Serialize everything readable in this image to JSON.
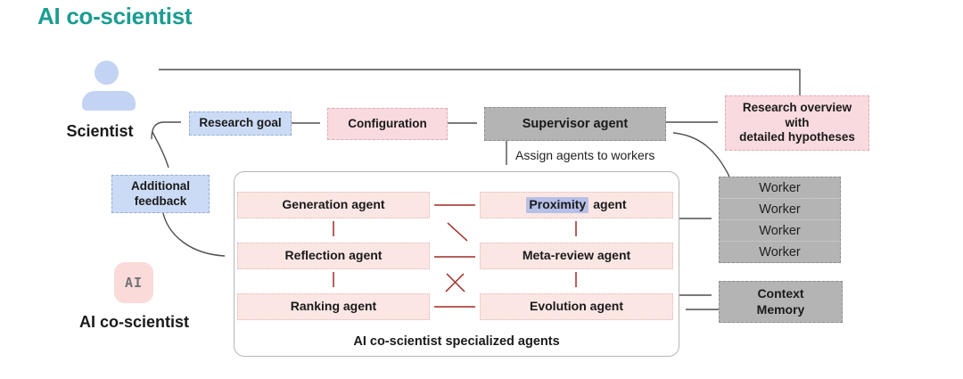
{
  "title": "AI co-scientist",
  "scientist": {
    "label": "Scientist"
  },
  "ai": {
    "icon_text": "AI",
    "label": "AI co-scientist"
  },
  "flow": {
    "research_goal": "Research goal",
    "configuration": "Configuration",
    "supervisor": "Supervisor agent",
    "assign_label": "Assign agents to workers",
    "research_overview": {
      "line1": "Research overview",
      "line2": "with",
      "line3": "detailed hypotheses"
    },
    "additional_feedback": "Additional feedback"
  },
  "agents": {
    "caption": "AI co-scientist specialized agents",
    "generation": "Generation agent",
    "proximity": {
      "highlight": "Proximity",
      "rest": "agent"
    },
    "reflection": "Reflection agent",
    "meta_review": "Meta-review agent",
    "ranking": "Ranking agent",
    "evolution": "Evolution agent"
  },
  "workers": [
    "Worker",
    "Worker",
    "Worker",
    "Worker"
  ],
  "context_memory": "Context Memory",
  "colors": {
    "accent_teal": "#1b9c92",
    "person_blue": "#c3d3f3",
    "blue_fill": "#ccdbf5",
    "blue_border": "#94abd7",
    "pink_fill": "#f9dade",
    "pink_border": "#e2aab4",
    "agent_fill": "#fbe6e4",
    "agent_border": "#debab5",
    "gray_fill": "#b4b4b4",
    "gray_border": "#8e8e8e",
    "icon_pink": "#fbdada",
    "highlight": "#b6c0e7",
    "red_arrow": "#9e2b23",
    "gray_arrow": "#4f4f4f"
  }
}
